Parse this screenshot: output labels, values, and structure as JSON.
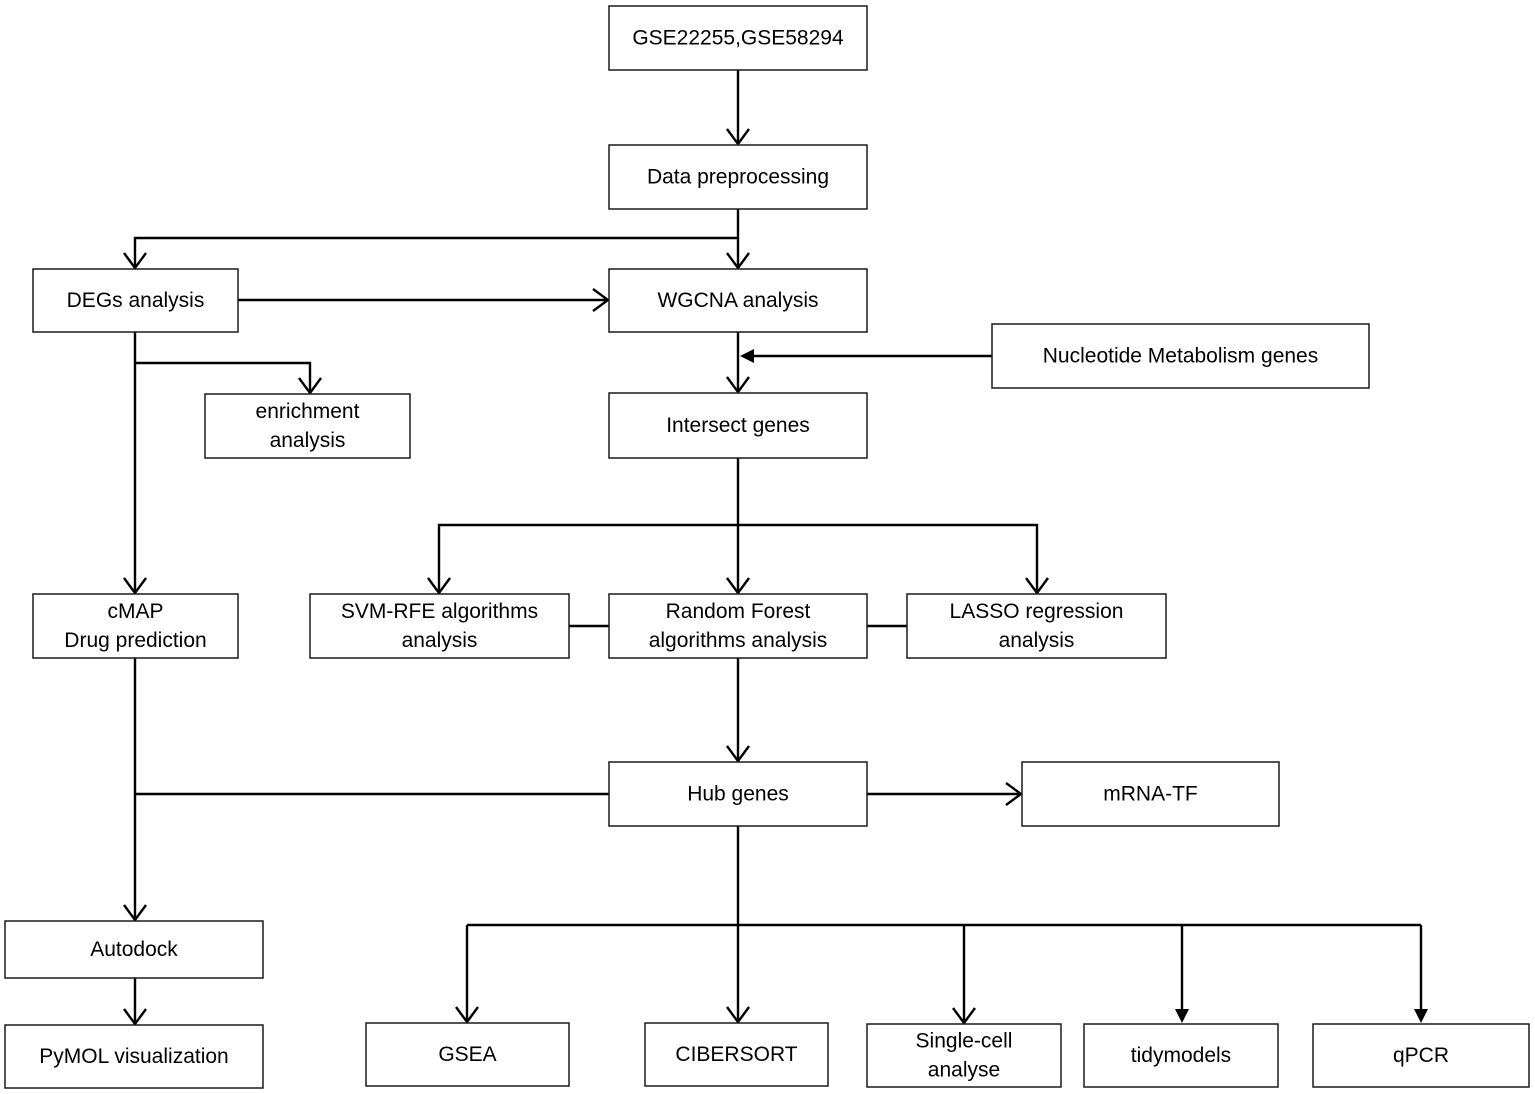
{
  "nodes": {
    "gse": [
      "GSE22255,GSE58294"
    ],
    "preprocess": [
      "Data preprocessing"
    ],
    "degs": [
      "DEGs analysis"
    ],
    "wgcna": [
      "WGCNA analysis"
    ],
    "nucleotide": [
      "Nucleotide Metabolism genes"
    ],
    "enrichment": [
      "enrichment",
      "analysis"
    ],
    "intersect": [
      "Intersect genes"
    ],
    "cmap": [
      "cMAP",
      "Drug prediction"
    ],
    "svm": [
      "SVM-RFE algorithms",
      "analysis"
    ],
    "rf": [
      "Random Forest",
      "algorithms analysis"
    ],
    "lasso": [
      "LASSO regression",
      "analysis"
    ],
    "hub": [
      "Hub genes"
    ],
    "mrna": [
      "mRNA-TF"
    ],
    "autodock": [
      "Autodock"
    ],
    "pymol": [
      "PyMOL visualization"
    ],
    "gsea": [
      "GSEA"
    ],
    "cibersort": [
      "CIBERSORT"
    ],
    "singlecell": [
      "Single-cell",
      "analyse"
    ],
    "tidymodels": [
      "tidymodels"
    ],
    "qpcr": [
      "qPCR"
    ]
  },
  "style": {
    "stroke": "#000000",
    "box_fill": "#ffffff",
    "text": "#000000"
  }
}
